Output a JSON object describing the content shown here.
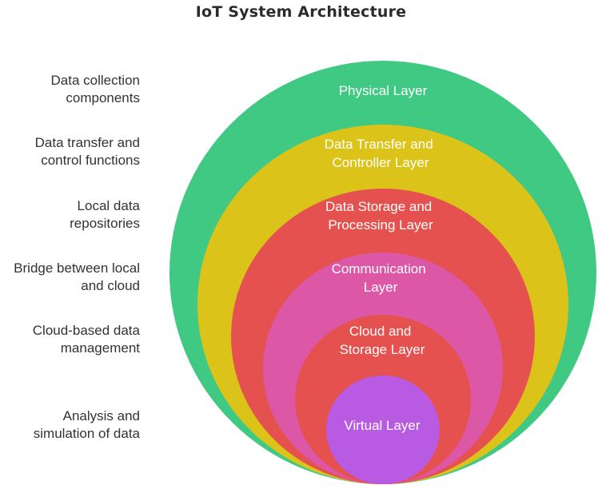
{
  "title": "IoT System Architecture",
  "colors": {
    "physical": "#3fc982",
    "transfer": "#dcc31a",
    "storage": "#e5514e",
    "communication": "#dd57a7",
    "cloud": "#e5514e",
    "virtual": "#b95be2"
  },
  "layers": [
    {
      "name_lines": [
        "Physical Layer"
      ],
      "desc_lines": [
        "Data collection",
        "components"
      ]
    },
    {
      "name_lines": [
        "Data Transfer and",
        "Controller Layer"
      ],
      "desc_lines": [
        "Data transfer and",
        "control functions"
      ]
    },
    {
      "name_lines": [
        "Data Storage and",
        "Processing Layer"
      ],
      "desc_lines": [
        "Local data",
        "repositories"
      ]
    },
    {
      "name_lines": [
        "Communication",
        "Layer"
      ],
      "desc_lines": [
        "Bridge between local",
        "and cloud"
      ]
    },
    {
      "name_lines": [
        "Cloud and",
        "Storage Layer"
      ],
      "desc_lines": [
        "Cloud-based data",
        "management"
      ]
    },
    {
      "name_lines": [
        "Virtual Layer"
      ],
      "desc_lines": [
        "Analysis and",
        "simulation of data"
      ]
    }
  ]
}
